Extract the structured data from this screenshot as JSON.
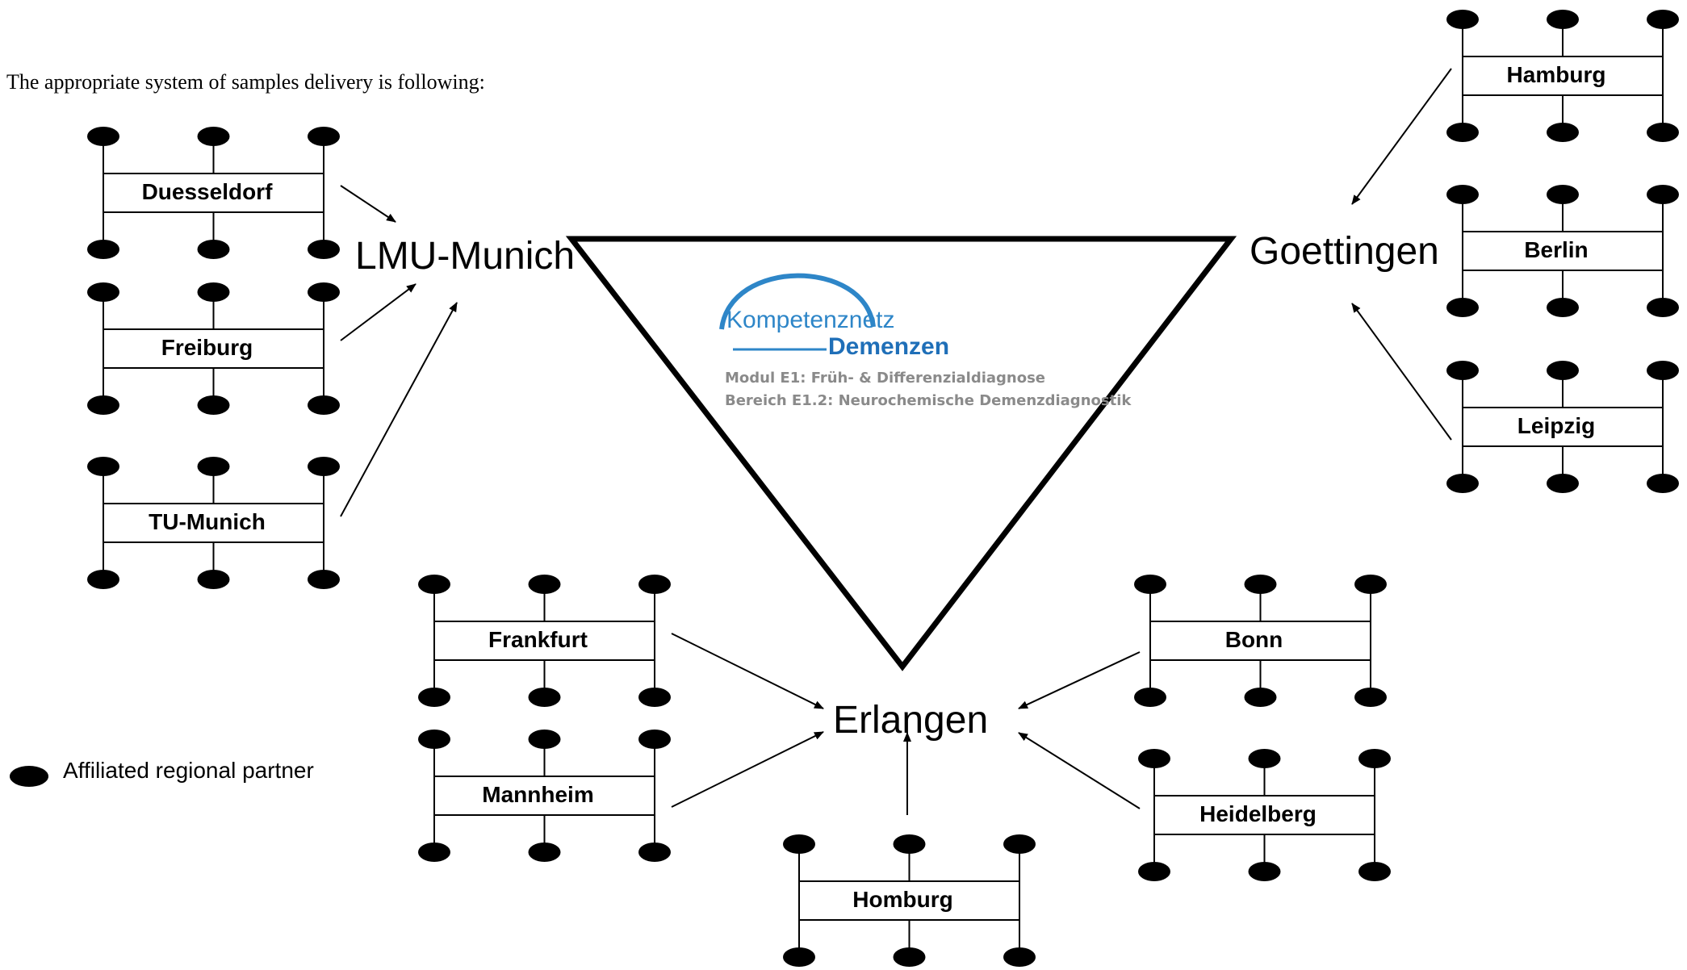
{
  "intro_text": "The appropriate system of samples delivery is following:",
  "hubs": {
    "lmu_munich": "LMU-Munich",
    "goettingen": "Goettingen",
    "erlangen": "Erlangen"
  },
  "sites": {
    "duesseldorf": "Duesseldorf",
    "freiburg": "Freiburg",
    "tu_munich": "TU-Munich",
    "hamburg": "Hamburg",
    "berlin": "Berlin",
    "leipzig": "Leipzig",
    "frankfurt": "Frankfurt",
    "mannheim": "Mannheim",
    "homburg": "Homburg",
    "bonn": "Bonn",
    "heidelberg": "Heidelberg"
  },
  "logo": {
    "name_top": "Kompetenznetz",
    "name_bottom": "Demenzen",
    "line1": "Modul E1: Früh- & Differenzialdiagnose",
    "line2": "Bereich E1.2: Neurochemische Demenzdiagnostik"
  },
  "legend": {
    "label": "Affiliated regional partner"
  },
  "colors": {
    "line": "#000000",
    "logo_blue": "#2e86c8",
    "logo_gray": "#8a8a8a"
  }
}
